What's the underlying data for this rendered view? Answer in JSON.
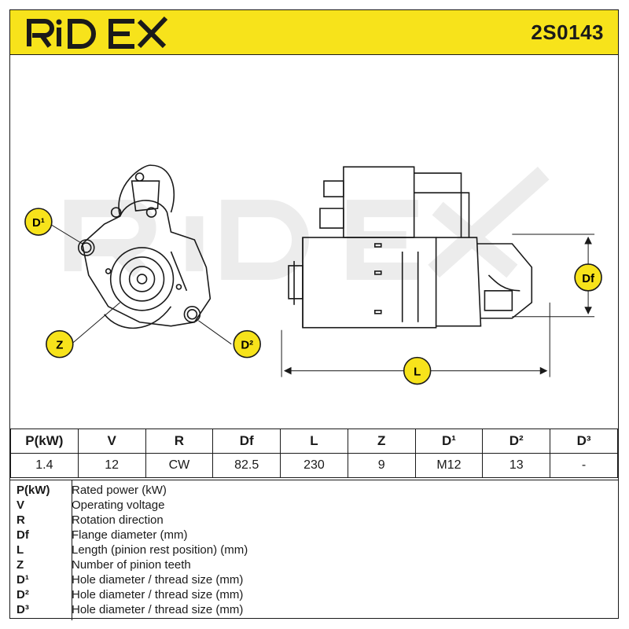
{
  "brand": "RIDEX",
  "part_number": "2S0143",
  "callouts": {
    "d1": "D¹",
    "z": "Z",
    "d2": "D²",
    "df": "Df",
    "l": "L"
  },
  "spec_table": {
    "headers": [
      "P(kW)",
      "V",
      "R",
      "Df",
      "L",
      "Z",
      "D¹",
      "D²",
      "D³"
    ],
    "values": [
      "1.4",
      "12",
      "CW",
      "82.5",
      "230",
      "9",
      "M12",
      "13",
      "-"
    ]
  },
  "legend": [
    {
      "abbr": "P(kW)",
      "desc": "Rated power (kW)"
    },
    {
      "abbr": "V",
      "desc": "Operating voltage"
    },
    {
      "abbr": "R",
      "desc": "Rotation direction"
    },
    {
      "abbr": "Df",
      "desc": "Flange diameter (mm)"
    },
    {
      "abbr": "L",
      "desc": "Length (pinion rest position) (mm)"
    },
    {
      "abbr": "Z",
      "desc": "Number of pinion teeth"
    },
    {
      "abbr": "D¹",
      "desc": "Hole diameter / thread size (mm)"
    },
    {
      "abbr": "D²",
      "desc": "Hole diameter / thread size (mm)"
    },
    {
      "abbr": "D³",
      "desc": "Hole diameter / thread size (mm)"
    }
  ],
  "colors": {
    "brand_yellow": "#f7e31b",
    "ink": "#1a1a1a",
    "watermark": "#ebebeb"
  }
}
